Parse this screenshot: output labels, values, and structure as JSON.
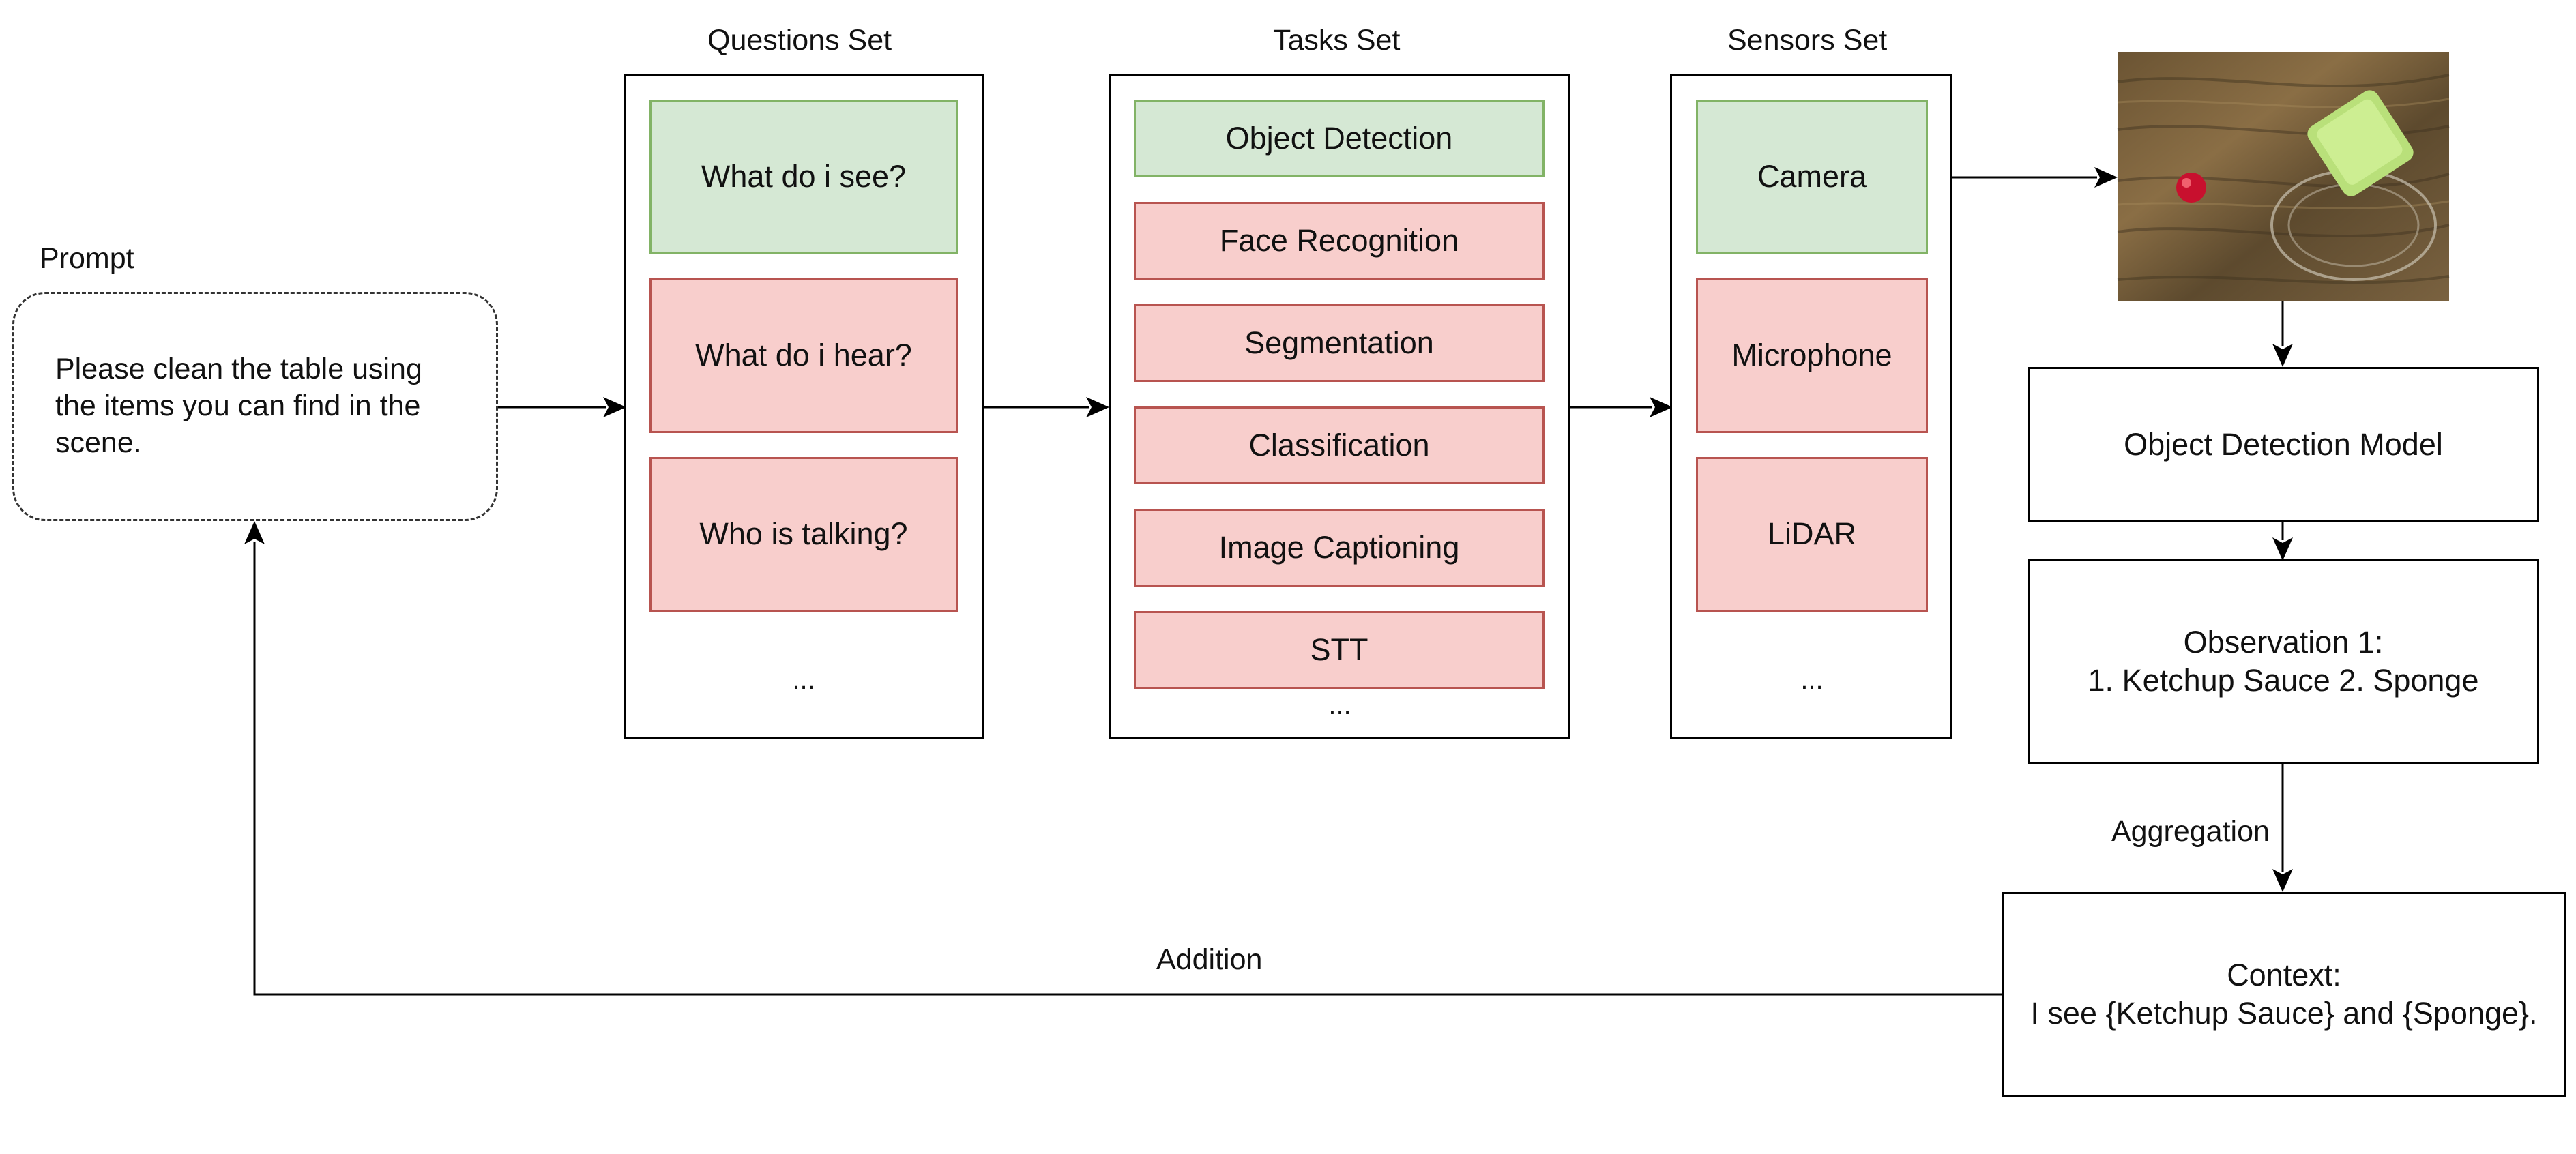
{
  "prompt": {
    "label": "Prompt",
    "text": "Please clean the table using the items you can find in the scene."
  },
  "questions": {
    "title": "Questions Set",
    "items": [
      "What do i see?",
      "What do i hear?",
      "Who is talking?"
    ],
    "more": "..."
  },
  "tasks": {
    "title": "Tasks Set",
    "items": [
      "Object Detection",
      "Face Recognition",
      "Segmentation",
      "Classification",
      "Image Captioning",
      "STT"
    ],
    "more": "..."
  },
  "sensors": {
    "title": "Sensors Set",
    "items": [
      "Camera",
      "Microphone",
      "LiDAR"
    ],
    "more": "..."
  },
  "model": {
    "label": "Object Detection Model"
  },
  "observation": {
    "text": "Observation 1:\n1. Ketchup Sauce 2. Sponge"
  },
  "aggregation_label": "Aggregation",
  "context": {
    "text": "Context:\nI see {Ketchup Sauce} and {Sponge}."
  },
  "addition_label": "Addition",
  "colors": {
    "selected_fill": "#d5e8d4",
    "selected_border": "#82b366",
    "unselected_fill": "#f8cecc",
    "unselected_border": "#b85450"
  }
}
